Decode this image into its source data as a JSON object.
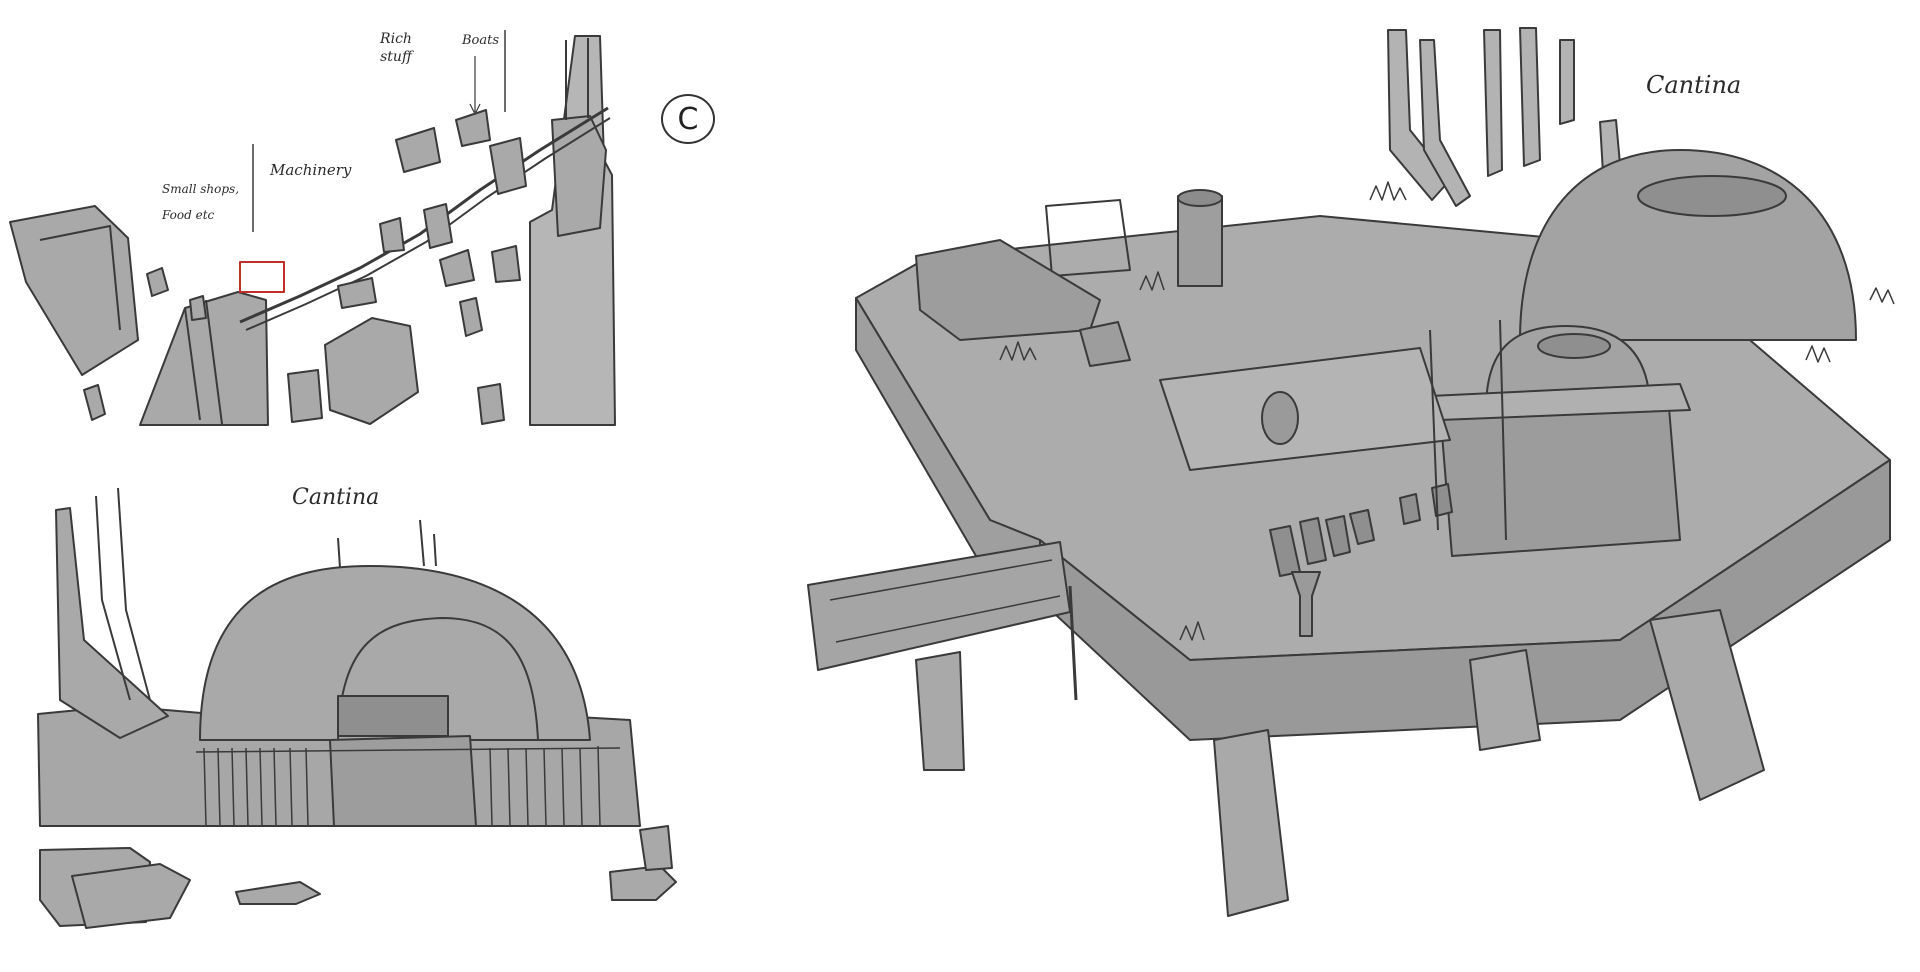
{
  "sheet": {
    "overview_labels": {
      "rich_stuff": "Rich\nstuff",
      "boats": "Boats",
      "machinery": "Machinery",
      "small_shops": "Small shops,\nFood etc",
      "section_mark": "C"
    },
    "cantina_front_label": "Cantina",
    "cantina_aerial_label": "Cantina"
  },
  "colors": {
    "fill_gray": "#a7a7a7",
    "light_gray": "#c9c9c9",
    "line": "#3a3a3a",
    "marker_red": "#c0302a"
  }
}
